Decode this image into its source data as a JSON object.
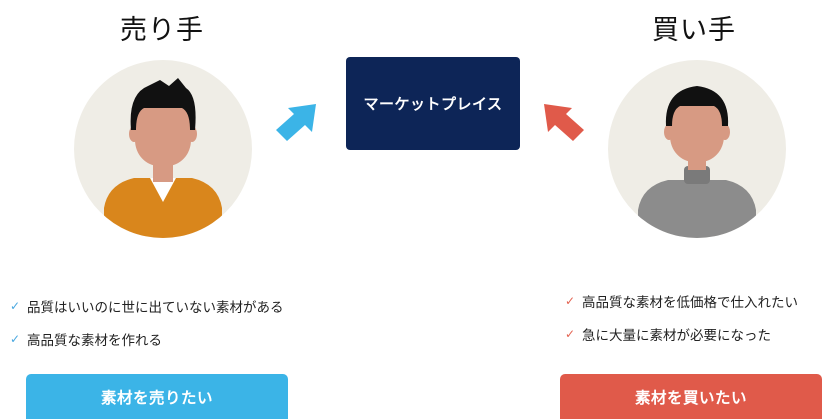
{
  "seller": {
    "title": "売り手",
    "features": [
      "品質はいいのに世に出ていない素材がある",
      "高品質な素材を作れる"
    ],
    "button_label": "素材を売りたい",
    "accent_color": "#3bb4e7",
    "shirt_color": "#d9861c"
  },
  "buyer": {
    "title": "買い手",
    "features": [
      "高品質な素材を低価格で仕入れたい",
      "急に大量に素材が必要になった"
    ],
    "button_label": "素材を買いたい",
    "accent_color": "#e05a4a",
    "shirt_color": "#8c8c8c"
  },
  "marketplace": {
    "label": "マーケットプレイス",
    "background_color": "#0d2557"
  },
  "icons": {
    "check": "checkmark-icon",
    "seller_arrow": "arrow-up-right-icon",
    "buyer_arrow": "arrow-up-left-icon",
    "seller_avatar": "person-avatar-icon",
    "buyer_avatar": "person-avatar-icon"
  }
}
